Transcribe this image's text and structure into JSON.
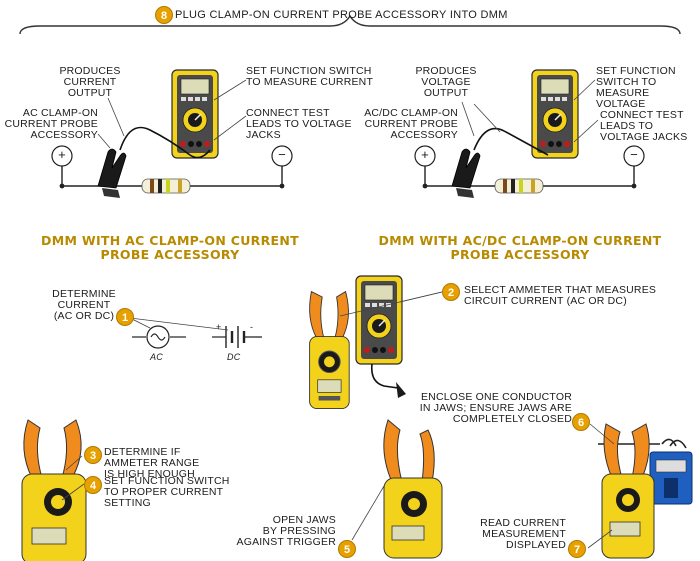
{
  "title": {
    "step": "8",
    "text": "PLUG CLAMP-ON CURRENT PROBE ACCESSORY INTO DMM"
  },
  "left_panel": {
    "produces": "PRODUCES\nCURRENT\nOUTPUT",
    "set_function": "SET FUNCTION SWITCH\nTO MEASURE CURRENT",
    "accessory": "AC CLAMP-ON\nCURRENT PROBE\nACCESSORY",
    "connect": "CONNECT TEST\nLEADS TO VOLTAGE\nJACKS",
    "plus": "+",
    "minus": "−",
    "caption": "DMM WITH AC CLAMP-ON CURRENT\nPROBE ACCESSORY"
  },
  "right_panel": {
    "produces": "PRODUCES\nVOLTAGE\nOUTPUT",
    "set_function": "SET FUNCTION\nSWITCH TO\nMEASURE VOLTAGE",
    "accessory": "AC/DC CLAMP-ON\nCURRENT PROBE\nACCESSORY",
    "connect": "CONNECT TEST\nLEADS TO\nVOLTAGE JACKS",
    "plus": "+",
    "minus": "−",
    "caption": "DMM WITH AC/DC CLAMP-ON CURRENT\nPROBE ACCESSORY"
  },
  "steps": [
    {
      "num": "1",
      "text": "DETERMINE\nCURRENT\n(AC OR DC)"
    },
    {
      "num": "2",
      "text": "SELECT AMMETER THAT MEASURES\nCIRCUIT CURRENT (AC OR DC)"
    },
    {
      "num": "3",
      "text": "DETERMINE IF\nAMMETER RANGE\nIS HIGH ENOUGH"
    },
    {
      "num": "4",
      "text": "SET FUNCTION SWITCH\nTO PROPER CURRENT\nSETTING"
    },
    {
      "num": "5",
      "text": "OPEN JAWS\nBY PRESSING\nAGAINST TRIGGER"
    },
    {
      "num": "6",
      "text": "ENCLOSE ONE CONDUCTOR\nIN JAWS; ENSURE JAWS ARE\nCOMPLETELY CLOSED"
    },
    {
      "num": "7",
      "text": "READ CURRENT\nMEASUREMENT\nDISPLAYED"
    }
  ],
  "symbols": {
    "ac": "AC",
    "dc": "DC",
    "dc_plus": "+",
    "dc_minus": "-"
  },
  "colors": {
    "meter_yellow": "#f2d21a",
    "meter_orange": "#f08c1e",
    "caption_gold": "#b88a00",
    "badge": "#e6a000"
  }
}
